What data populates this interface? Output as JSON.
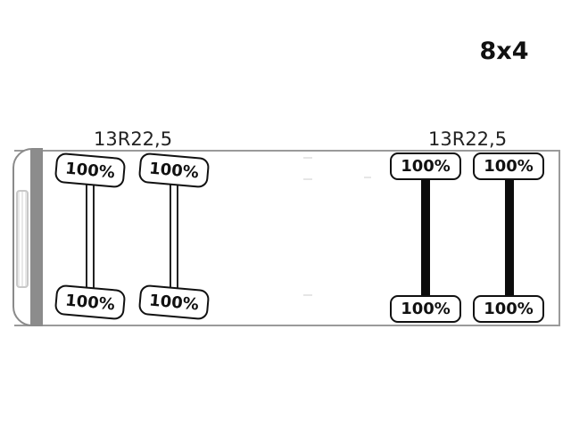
{
  "configuration": "8x4",
  "front_group": {
    "tire_size": "13R22,5",
    "axles": [
      {
        "top": "100%",
        "bottom": "100%"
      },
      {
        "top": "100%",
        "bottom": "100%"
      }
    ]
  },
  "rear_group": {
    "tire_size": "13R22,5",
    "axles": [
      {
        "top": "100%",
        "bottom": "100%"
      },
      {
        "top": "100%",
        "bottom": "100%"
      }
    ]
  },
  "colors": {
    "outline": "#9a9a9a",
    "tire_border": "#111111",
    "drive_axle": "#0c0c0c"
  }
}
